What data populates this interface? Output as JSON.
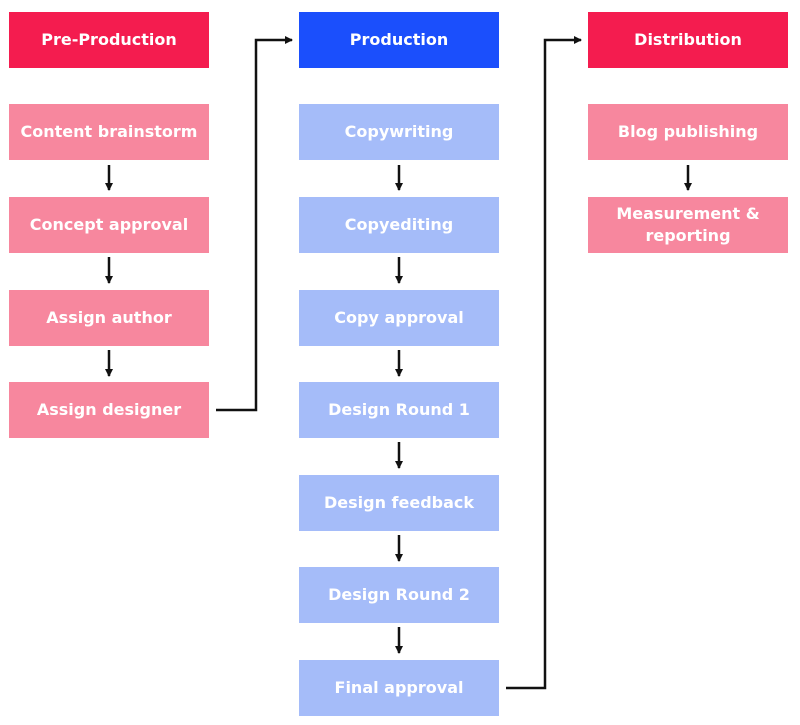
{
  "columns": [
    {
      "header": "Pre-Production",
      "steps": [
        "Content brainstorm",
        "Concept approval",
        "Assign author",
        "Assign designer"
      ]
    },
    {
      "header": "Production",
      "steps": [
        "Copywriting",
        "Copyediting",
        "Copy approval",
        "Design Round 1",
        "Design feedback",
        "Design Round 2",
        "Final approval"
      ]
    },
    {
      "header": "Distribution",
      "steps": [
        "Blog publishing",
        "Measurement & reporting"
      ]
    }
  ],
  "colors": {
    "header_red": "#f41c4f",
    "header_blue": "#1b4ffc",
    "step_pink": "#f7879e",
    "step_blue": "#a5bcf9",
    "arrow": "#111111"
  }
}
